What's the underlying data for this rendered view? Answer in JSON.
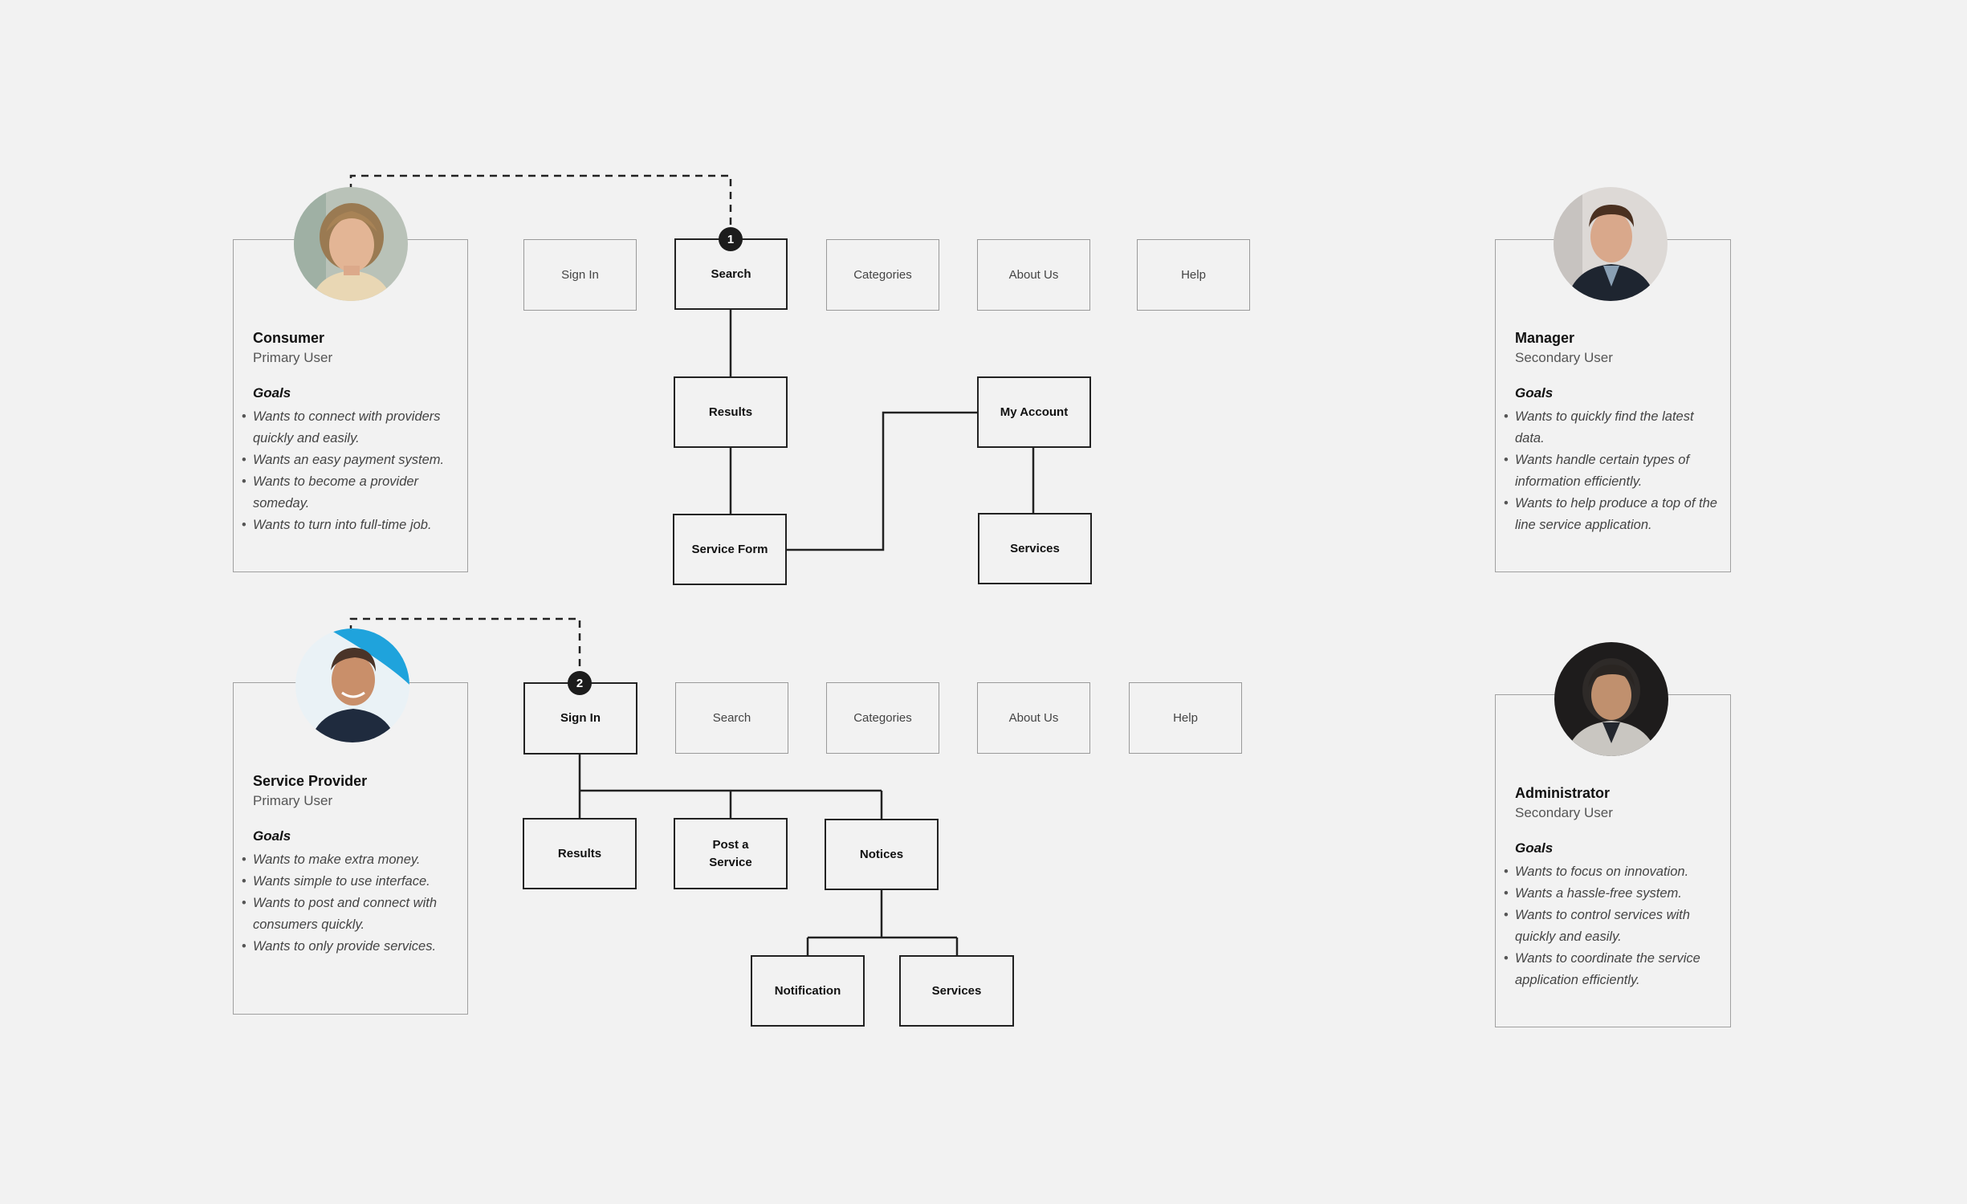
{
  "personas": {
    "consumer": {
      "name": "Consumer",
      "role": "Primary User",
      "goals_heading": "Goals",
      "goals": [
        "Wants to connect with providers quickly and easily.",
        "Wants an easy payment system.",
        "Wants to become a provider someday.",
        "Wants to turn into full-time job."
      ]
    },
    "provider": {
      "name": "Service Provider",
      "role": "Primary User",
      "goals_heading": "Goals",
      "goals": [
        "Wants to make extra money.",
        "Wants simple to use interface.",
        "Wants to post and connect with consumers quickly.",
        "Wants to only provide services."
      ]
    },
    "manager": {
      "name": "Manager",
      "role": "Secondary User",
      "goals_heading": "Goals",
      "goals": [
        "Wants to quickly find the latest data.",
        "Wants handle certain types of information efficiently.",
        "Wants to help produce a top of the line service application."
      ]
    },
    "admin": {
      "name": "Administrator",
      "role": "Secondary User",
      "goals_heading": "Goals",
      "goals": [
        "Wants to focus on innovation.",
        "Wants a hassle-free system.",
        "Wants to control services with quickly and easily.",
        "Wants to coordinate the service application efficiently."
      ]
    }
  },
  "flow1": {
    "badge": "1",
    "nav": {
      "sign_in": "Sign In",
      "search": "Search",
      "categories": "Categories",
      "about_us": "About Us",
      "help": "Help"
    },
    "results": "Results",
    "service_form": "Service Form",
    "my_account": "My Account",
    "services": "Services"
  },
  "flow2": {
    "badge": "2",
    "nav": {
      "sign_in": "Sign In",
      "search": "Search",
      "categories": "Categories",
      "about_us": "About Us",
      "help": "Help"
    },
    "results": "Results",
    "post_service": "Post a\nService",
    "notices": "Notices",
    "notification": "Notification",
    "services": "Services"
  },
  "colors": {
    "background": "#f2f2f2",
    "primary_stroke": "#222222",
    "secondary_stroke": "#9a9a9a"
  },
  "icons": {
    "avatar_consumer": "woman-portrait",
    "avatar_provider": "man-portrait",
    "avatar_manager": "man-portrait",
    "avatar_admin": "man-portrait"
  }
}
